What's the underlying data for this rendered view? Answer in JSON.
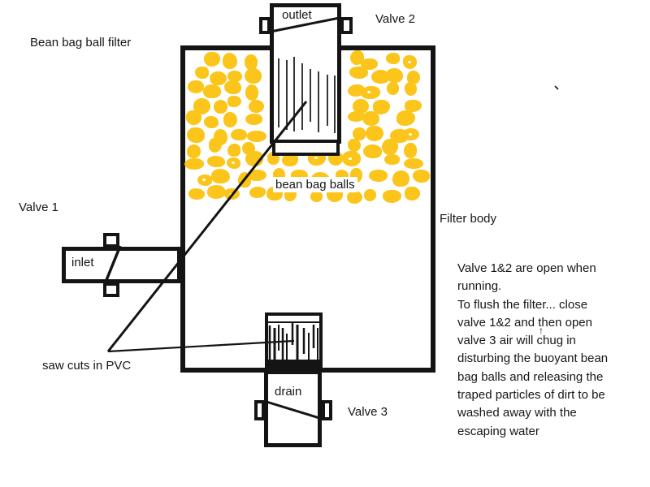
{
  "labels": {
    "title": "Bean bag ball filter",
    "valve1": "Valve 1",
    "valve2": "Valve 2",
    "valve3": "Valve 3",
    "outlet": "outlet",
    "inlet": "inlet",
    "drain": "drain",
    "filter_body": "Filter body",
    "bean_bag_balls": "bean bag balls",
    "saw_cuts": "saw cuts in PVC"
  },
  "instructions": {
    "lines": [
      "Valve 1&2 are open when",
      "running.",
      "To flush the filter... close",
      "valve 1&2 and then open",
      "valve 3 air will chug in",
      "disturbing the buoyant bean",
      "bag balls and releasing the",
      "traped particles of dirt to be",
      "washed away with the",
      "escaping water"
    ]
  },
  "marks": {
    "caret": "↑"
  },
  "colors": {
    "ball": "#FBC51B",
    "ink": "#141414",
    "background": "#FFFFFF"
  }
}
